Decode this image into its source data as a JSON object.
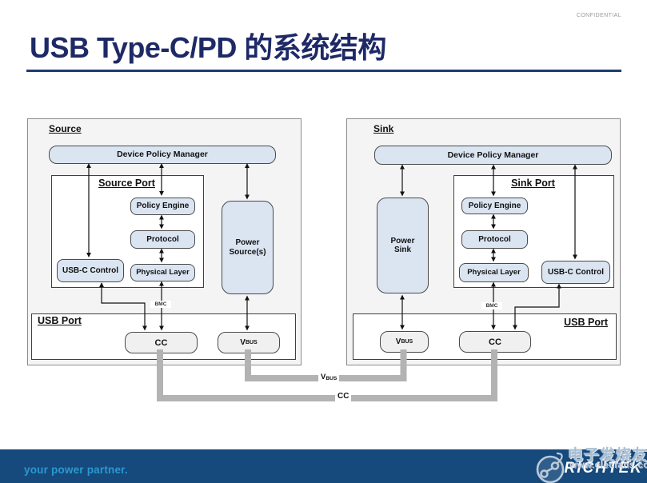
{
  "confidential": "CONFIDENTIAL",
  "title": "USB Type-C/PD 的系统结构",
  "diagrams": {
    "source": {
      "label": "Source",
      "dpm": "Device Policy Manager",
      "port": "Source Port",
      "policy_engine": "Policy Engine",
      "protocol": "Protocol",
      "physical_layer": "Physical Layer",
      "usbc_control": "USB-C Control",
      "power": "Power Source(s)",
      "usb_port": "USB Port",
      "cc": "CC",
      "vbus_main": "V",
      "vbus_sub": "BUS",
      "bmc": "BMC"
    },
    "sink": {
      "label": "Sink",
      "dpm": "Device Policy Manager",
      "port": "Sink Port",
      "policy_engine": "Policy Engine",
      "protocol": "Protocol",
      "physical_layer": "Physical Layer",
      "usbc_control": "USB-C Control",
      "power": "Power Sink",
      "usb_port": "USB Port",
      "cc": "CC",
      "vbus_main": "V",
      "vbus_sub": "BUS",
      "bmc": "BMC"
    }
  },
  "bus": {
    "vbus_main": "V",
    "vbus_sub": "BUS",
    "cc": "CC"
  },
  "footer": {
    "tagline": "your power partner.",
    "brand": "RICHTEK"
  },
  "watermark": {
    "title": "电子发烧友",
    "url": "www.elecfans.com"
  },
  "colors": {
    "title_navy": "#1e2a66",
    "footer_blue": "#16497c",
    "tagline_blue": "#2a99d0",
    "box_blue_fill": "#dbe5f2",
    "bus_gray": "#b3b3b3"
  }
}
